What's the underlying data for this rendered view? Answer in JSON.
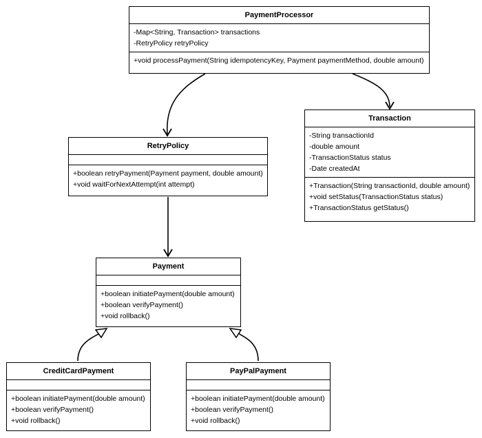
{
  "classes": {
    "payment_processor": {
      "name": "PaymentProcessor",
      "attributes": [
        "-Map<String, Transaction> transactions",
        "-RetryPolicy retryPolicy"
      ],
      "methods": [
        "+void processPayment(String idempotencyKey, Payment paymentMethod, double amount)"
      ]
    },
    "transaction": {
      "name": "Transaction",
      "attributes": [
        "-String transactionId",
        "-double amount",
        "-TransactionStatus status",
        "-Date createdAt"
      ],
      "methods": [
        "+Transaction(String transactionId, double amount)",
        "+void setStatus(TransactionStatus status)",
        "+TransactionStatus getStatus()"
      ]
    },
    "retry_policy": {
      "name": "RetryPolicy",
      "attributes": [],
      "methods": [
        "+boolean retryPayment(Payment payment, double amount)",
        "+void waitForNextAttempt(int attempt)"
      ]
    },
    "payment": {
      "name": "Payment",
      "attributes": [],
      "methods": [
        "+boolean initiatePayment(double amount)",
        "+boolean verifyPayment()",
        "+void rollback()"
      ]
    },
    "credit_card_payment": {
      "name": "CreditCardPayment",
      "attributes": [],
      "methods": [
        "+boolean initiatePayment(double amount)",
        "+boolean verifyPayment()",
        "+void rollback()"
      ]
    },
    "paypal_payment": {
      "name": "PayPalPayment",
      "attributes": [],
      "methods": [
        "+boolean initiatePayment(double amount)",
        "+boolean verifyPayment()",
        "+void rollback()"
      ]
    }
  },
  "relationships": [
    {
      "from": "PaymentProcessor",
      "to": "RetryPolicy",
      "kind": "association"
    },
    {
      "from": "PaymentProcessor",
      "to": "Transaction",
      "kind": "association"
    },
    {
      "from": "RetryPolicy",
      "to": "Payment",
      "kind": "association"
    },
    {
      "from": "CreditCardPayment",
      "to": "Payment",
      "kind": "inheritance"
    },
    {
      "from": "PayPalPayment",
      "to": "Payment",
      "kind": "inheritance"
    }
  ],
  "colors": {
    "line": "#000000",
    "box_fill": "#ffffff"
  }
}
